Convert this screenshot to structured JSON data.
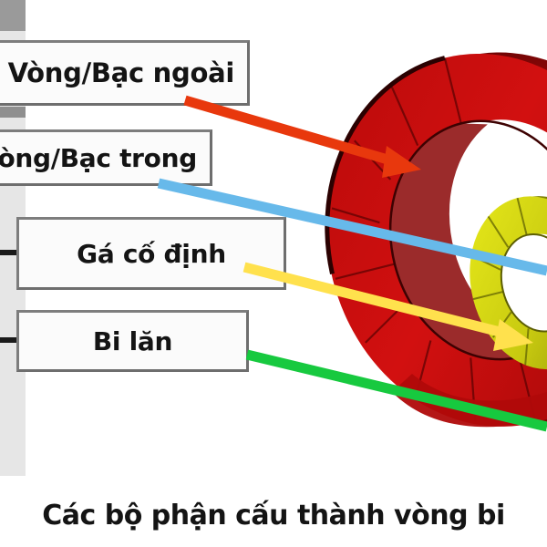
{
  "figure": {
    "caption": "Các bộ phận cấu thành vòng bi",
    "labels": [
      {
        "id": "outer-ring",
        "text": "Vòng/Bạc ngoài",
        "pointer_color": "#e8380d"
      },
      {
        "id": "inner-ring",
        "text": "Vòng/Bạc trong",
        "pointer_color": "#67b9ea"
      },
      {
        "id": "cage",
        "text": "Gá cố định",
        "pointer_color": "#ffe14d"
      },
      {
        "id": "rolling-element",
        "text": "Bi lăn",
        "pointer_color": "#17c93f"
      }
    ],
    "graphic": {
      "name": "ball-bearing-cutaway",
      "outer_ring_color": "#c50d0d",
      "outer_ring_shade": "#8e0606",
      "cage_color": "#d4d60f",
      "cage_shade": "#9a9c08",
      "background_color": "#ffffff"
    },
    "spine_color": "#e6e6e6",
    "box_border_color": "#7d7d7d",
    "box_fill_color": "#fbfbfb",
    "text_color": "#141414"
  }
}
